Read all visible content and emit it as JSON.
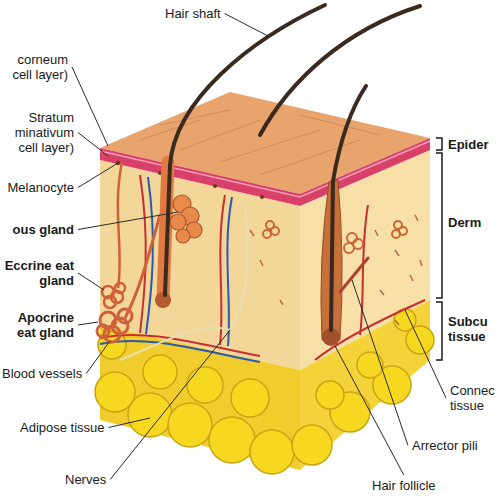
{
  "diagram": {
    "labels": [
      "corneum cell layer)",
      "Stratum minativum cell layer)",
      "Melanocyte",
      "ous gland",
      "Eccrine eat gland",
      "Apocrine eat gland",
      "Blood vessels",
      "Adipose tissue",
      "Nerves",
      "Hair shaft",
      "Hair follicle",
      "Arrector pili",
      "Connec tissue",
      "Epider",
      "Derm",
      "Subcu tissue"
    ]
  }
}
